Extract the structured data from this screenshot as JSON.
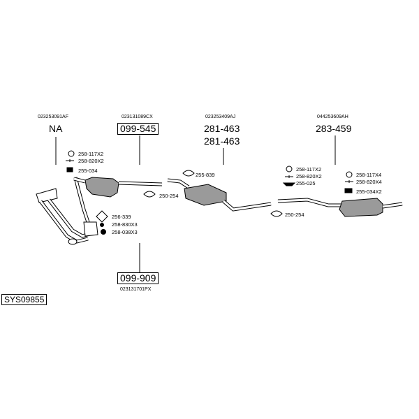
{
  "system_id": "SYS09855",
  "sections": [
    {
      "oe": "023253091AF",
      "number": "NA"
    },
    {
      "oe": "023131089CX",
      "number": "099-545"
    },
    {
      "oe": "023253409AJ",
      "number": "281-463",
      "number2": "281-463"
    },
    {
      "oe": "044253609AH",
      "number": "283-459"
    },
    {
      "oe": "023131701PX",
      "number": "099-909"
    }
  ],
  "parts": [
    "258-117X2",
    "258-820X2",
    "255-034",
    "256-339",
    "258-830X3",
    "258-038X3",
    "250-254",
    "255-839",
    "250-254",
    "258-117X2",
    "258-820X2",
    "255-025",
    "258-117X4",
    "258-820X4",
    "255-034X2"
  ]
}
